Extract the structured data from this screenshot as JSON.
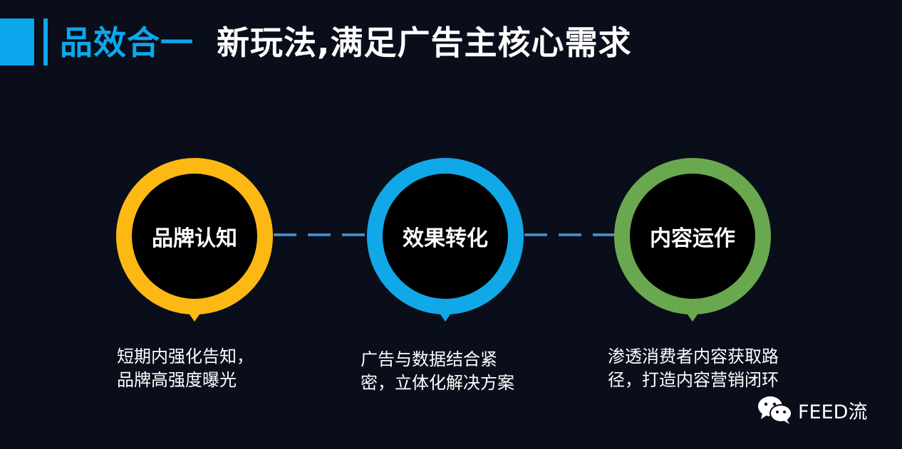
{
  "title": {
    "lead": "品效合一",
    "main": "新玩法,满足广告主核心需求"
  },
  "colors": {
    "background": "#0a0d1a",
    "accent": "#0ca7ec",
    "connector": "#3f8bc9"
  },
  "steps": [
    {
      "label": "品牌认知",
      "color": "#fdb913",
      "description": [
        "短期内强化告知，",
        "品牌高强度曝光"
      ]
    },
    {
      "label": "效果转化",
      "color": "#11a8e8",
      "description": [
        "广告与数据结合紧",
        "密，立体化解决方案"
      ]
    },
    {
      "label": "内容运作",
      "color": "#6aa84f",
      "description": [
        "渗透消费者内容获取路",
        "径，打造内容营销闭环"
      ]
    }
  ],
  "watermark": {
    "icon": "wechat-icon",
    "text": "FEED流"
  }
}
